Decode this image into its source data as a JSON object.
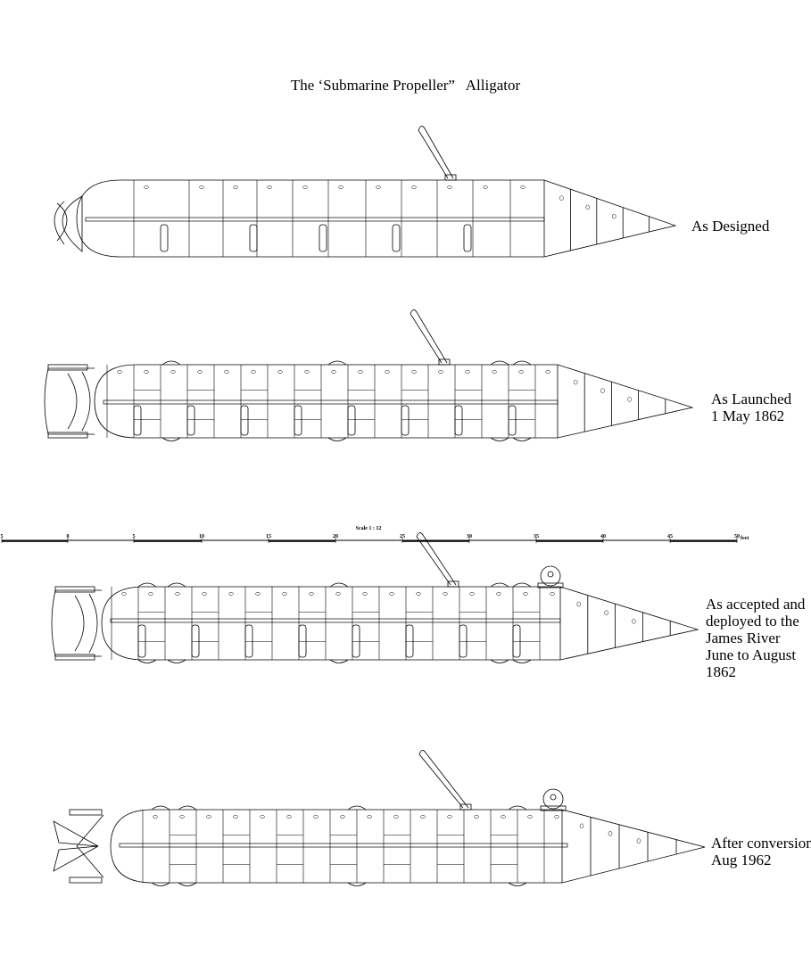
{
  "title": "The ‘Submarine Propeller”   Alligator",
  "views": [
    {
      "id": "as-designed",
      "caption": [
        "As Designed"
      ]
    },
    {
      "id": "as-launched",
      "caption": [
        "As Launched",
        "1 May 1862"
      ]
    },
    {
      "id": "as-accepted",
      "caption": [
        "As accepted and",
        "deployed to the",
        "James River",
        "June to August",
        "1862"
      ]
    },
    {
      "id": "after-conversion",
      "caption": [
        "After conversion",
        "Aug 1962"
      ]
    }
  ],
  "scale_bar": {
    "label": "Scale 1 : 12",
    "ticks": [
      "5",
      "0",
      "5",
      "10",
      "15",
      "20",
      "25",
      "30",
      "35",
      "40",
      "45",
      "50"
    ],
    "unit": "feet"
  }
}
